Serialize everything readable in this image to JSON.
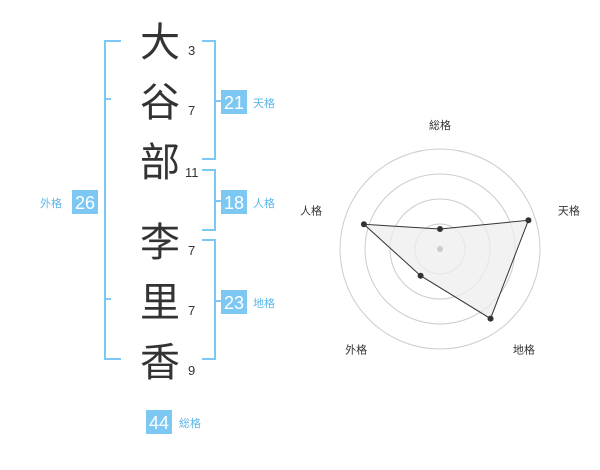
{
  "name": {
    "characters": [
      {
        "char": "大",
        "strokes": "3"
      },
      {
        "char": "谷",
        "strokes": "7"
      },
      {
        "char": "部",
        "strokes": "11"
      },
      {
        "char": "李",
        "strokes": "7"
      },
      {
        "char": "里",
        "strokes": "7"
      },
      {
        "char": "香",
        "strokes": "9"
      }
    ]
  },
  "kakusu": {
    "tenkaku": {
      "value": "21",
      "label": "天格"
    },
    "jinkaku": {
      "value": "18",
      "label": "人格"
    },
    "chikaku": {
      "value": "23",
      "label": "地格"
    },
    "gaikaku": {
      "value": "26",
      "label": "外格"
    },
    "soukaku": {
      "value": "44",
      "label": "総格"
    }
  },
  "colors": {
    "accent": "#5bb6ea",
    "box": "#7cc8f3",
    "text": "#333333",
    "radar_fill": "#eeeeee",
    "radar_grid": "#cccccc",
    "radar_line": "#333333",
    "center_dot": "#cccccc"
  },
  "chart_data": {
    "type": "radar",
    "axes": [
      "総格",
      "天格",
      "地格",
      "外格",
      "人格"
    ],
    "values": [
      0.2,
      0.93,
      0.86,
      0.33,
      0.8
    ],
    "rings": 4,
    "range": [
      0,
      1
    ]
  }
}
